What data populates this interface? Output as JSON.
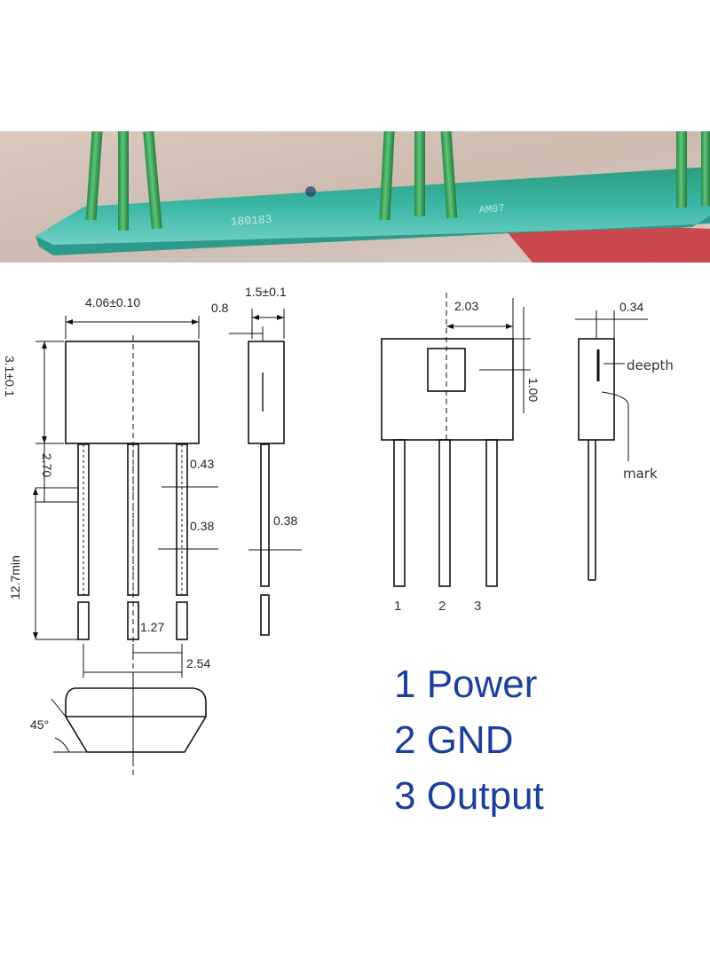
{
  "photo": {
    "pcb_marking_1": "180183",
    "pcb_marking_2": "AM07"
  },
  "left_drawing": {
    "width": "4.06±0.10",
    "height": "3.1±0.1",
    "lead_top": "2.70",
    "lead_width_top": "0.43",
    "lead_width": "0.38",
    "lead_length": "12.7min",
    "pitch_half": "1.27",
    "pitch": "2.54",
    "chamfer": "45°"
  },
  "side_drawing": {
    "thickness": "1.5±0.1",
    "lead_offset": "0.8",
    "lead_width": "0.38"
  },
  "right_drawing": {
    "sensor_offset": "2.03",
    "sensor_depth": "1.00",
    "pin_numbers": [
      "1",
      "2",
      "3"
    ]
  },
  "right_side_drawing": {
    "thickness": "0.34",
    "depth_label": "deepth",
    "mark_label": "mark"
  },
  "legend": [
    "1 Power",
    "2 GND",
    "3 Output"
  ],
  "colors": {
    "legend": "#1a3f9c",
    "pcb": "#2fae9e",
    "lead_wire": "#3aa55a"
  }
}
